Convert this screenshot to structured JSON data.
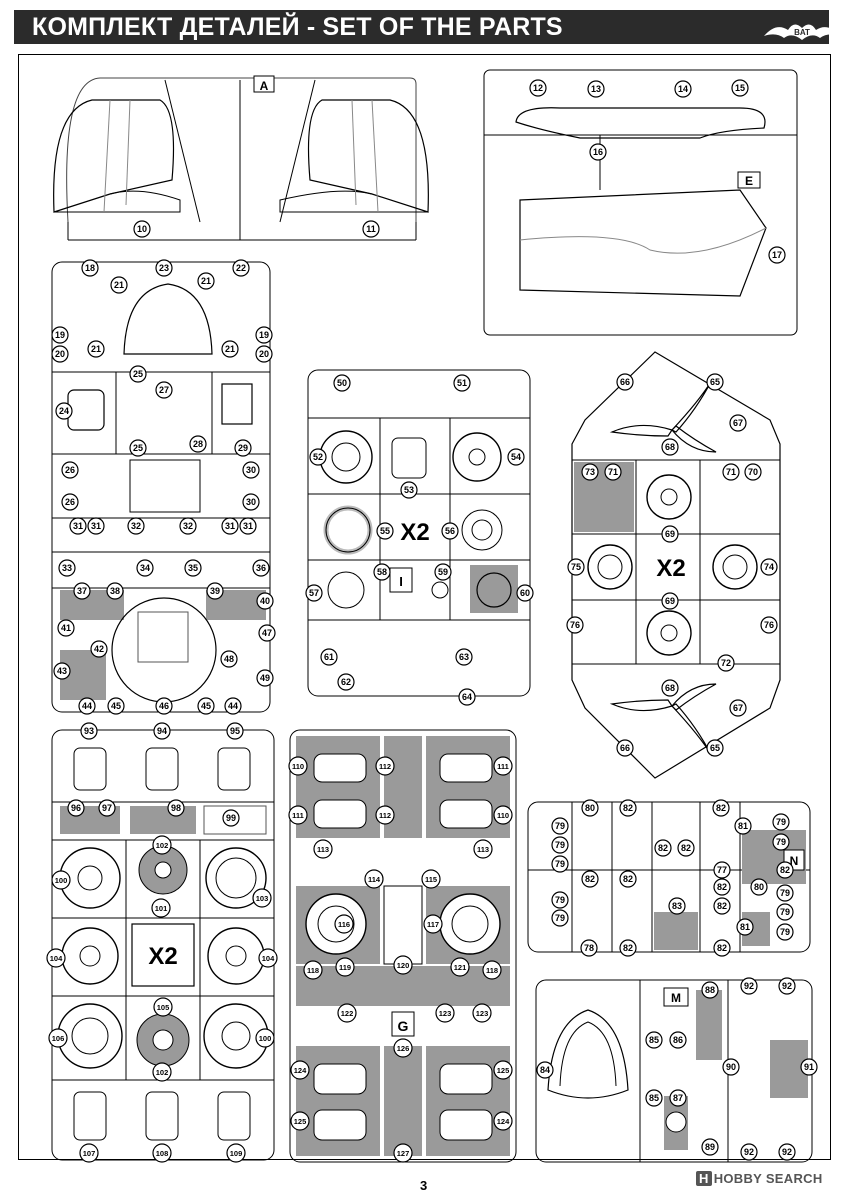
{
  "header": {
    "title": "КОМПЛЕКТ ДЕТАЛЕЙ - SET OF THE PARTS",
    "logo_text": "BAT"
  },
  "sprues": {
    "A": "A",
    "E": "E",
    "I": "I",
    "G": "G",
    "N": "N",
    "M": "M",
    "x2_center": "X2",
    "x2_right": "X2",
    "x2_left": "X2"
  },
  "footer": {
    "page_number": "3",
    "watermark_badge": "H",
    "watermark_text": "HOBBY SEARCH"
  }
}
